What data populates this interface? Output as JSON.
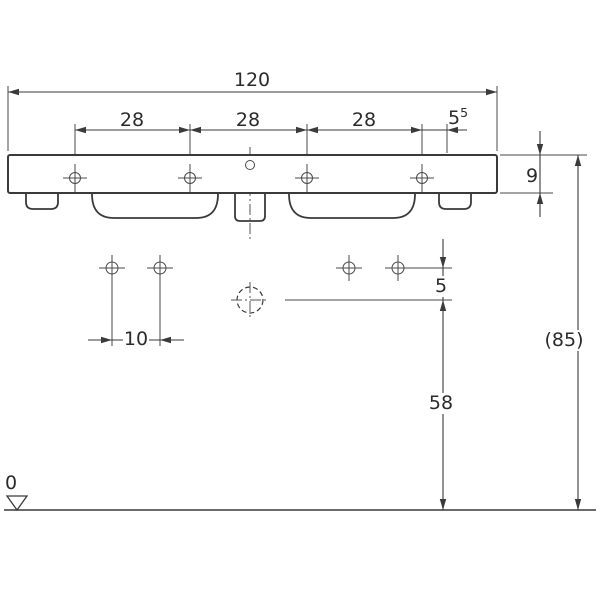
{
  "figure": {
    "kind": "sanitary-ware installation drawing",
    "view": "front elevation of double washbasin with mounting dimensions",
    "line_color": "#3a3a3a",
    "background_color": "#ffffff"
  },
  "dims": {
    "overall_width": "120",
    "tap_spacing": [
      "28",
      "28",
      "28"
    ],
    "tap_edge_offset_main": "5",
    "tap_edge_offset_sup": "5",
    "rim_height": "9",
    "overall_height": "(85)",
    "hole_row_offset": "5",
    "fixing_hole_spacing": "10",
    "outlet_height": "58",
    "floor_level": "0"
  }
}
